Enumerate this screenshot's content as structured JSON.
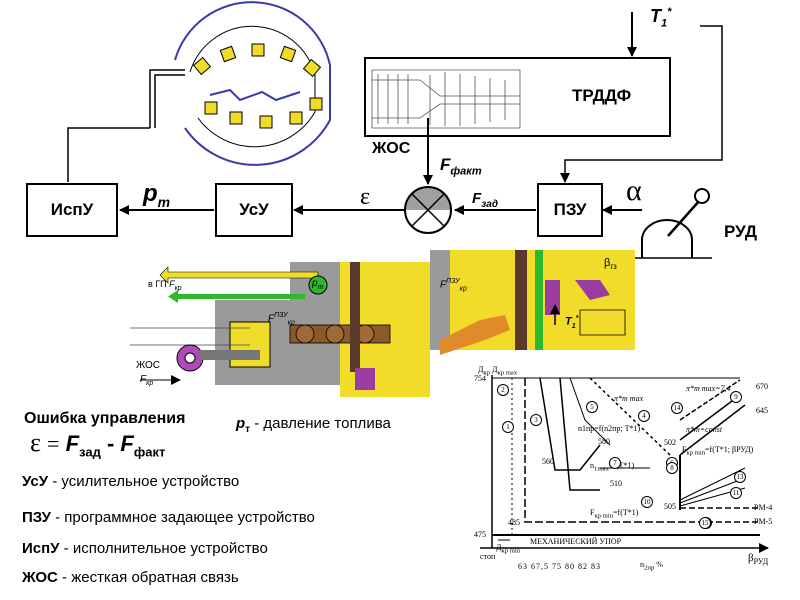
{
  "blocks": {
    "ispu": "ИспУ",
    "usu": "УсУ",
    "pzu": "ПЗУ",
    "trddf": "ТРДДФ",
    "rud": "РУД"
  },
  "signals": {
    "t1": "T",
    "t1_sub": "1",
    "t1_sup": "*",
    "zhos": "ЖОС",
    "f_fact": "F",
    "f_fact_sub": "факт",
    "f_zad": "F",
    "f_zad_sub": "зад",
    "pm": "p",
    "pm_sub": "т",
    "epsilon": "ε",
    "alpha": "α"
  },
  "schematic": {
    "v_gp": "в ГП",
    "f_kr": "F",
    "f_kr_sub": "кр",
    "pt": "p",
    "pt_sub": "т",
    "zhos": "ЖОС",
    "f_kr_pzu": "F",
    "f_kr_pzu_sup": "ПЗУ",
    "f_kr_pzu_sub": "кр",
    "beta": "β",
    "beta_sub": "гз",
    "t1": "T",
    "t1_sub": "1",
    "t1_sup": "*"
  },
  "formula": {
    "title": "Ошибка управления",
    "eps": "ε",
    "eq": "=",
    "fzad": "F",
    "fzad_sub": "зад",
    "minus": "-",
    "ffact": "F",
    "ffact_sub": "факт"
  },
  "pm_note": {
    "sym": "p",
    "sub": "т",
    "text": " - давление топлива"
  },
  "legend": [
    {
      "abbr": "УсУ",
      "text": " - усилительное устройство"
    },
    {
      "abbr": "ПЗУ",
      "text": " - программное задающее устройство"
    },
    {
      "abbr": "ИспУ",
      "text": " - исполнительное устройство"
    },
    {
      "abbr": "ЖОС",
      "text": " - жесткая обратная связь"
    }
  ],
  "graph": {
    "ylabel": "Д",
    "ylabel_sub": "кр",
    "ylabel2": "Д",
    "ylabel2_sub": "кр max",
    "y_top": "754",
    "y_bottom": "475",
    "y_r1": "670",
    "y_r2": "645",
    "xlabel": "β",
    "xlabel_sub": "РУД",
    "stop": "стоп",
    "mech_stop": "МЕХАНИЧЕСКИЙ УПОР",
    "dkr_min": "Д",
    "dkr_min_sub": "кр min",
    "x_ticks": [
      "63",
      "67,5",
      "75",
      "80",
      "82",
      "83"
    ],
    "n2": "n",
    "n2_sub": "2пр",
    "pct": "%",
    "v580": "580",
    "v560": "560",
    "v510": "510",
    "v502": "502",
    "v485": "485",
    "v505": "505",
    "pi_max": "π*т max=7,4",
    "pi_const": "π*т=const",
    "pi_t_max": "π*т max",
    "fkr_min": "F",
    "fkr_min_sub": "кр min",
    "fkr_min_eq": "=f(T*1; βРУД)",
    "n1_max": "n",
    "n1_max_sub": "1max",
    "n1_max_eq": "=f(T*1)",
    "n1_eq": "n1пр=f(n2пр; T*1)",
    "fkr_min2": "F",
    "fkr_min2_sub": "кр min",
    "fkr_min2_eq": "=f(T*1)",
    "rm4": "РМ-4",
    "rm5": "РМ-5",
    "circles": [
      "1",
      "2",
      "3",
      "4",
      "5",
      "6",
      "7",
      "8",
      "9",
      "10",
      "11",
      "12",
      "13",
      "14",
      "15"
    ]
  },
  "colors": {
    "yellow": "#f5e22b",
    "gray": "#9a9a9a",
    "green": "#2db82d",
    "purple": "#9b3ca0",
    "brown": "#8a5a2b",
    "orange": "#e08a2c"
  }
}
